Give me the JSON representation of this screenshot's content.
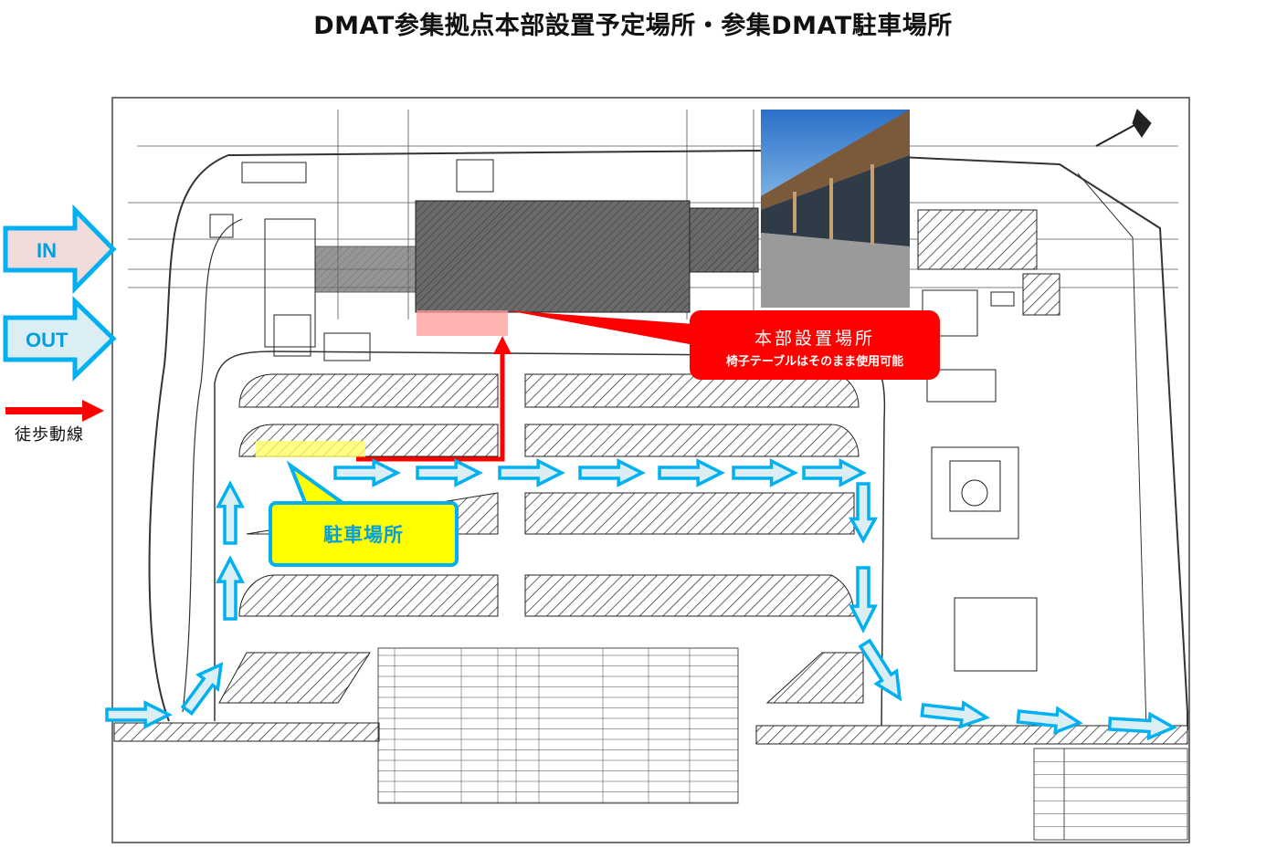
{
  "title": "DMAT参集拠点本部設置予定場所・参集DMAT駐車場所",
  "legend": {
    "in_label": "IN",
    "out_label": "OUT",
    "walking_route_label": "徒歩動線",
    "colors": {
      "in_fill": "#f2dcdb",
      "out_fill": "#dbeef4",
      "arrow_outline": "#00b0f0",
      "walking_route": "#ff0000"
    }
  },
  "callouts": {
    "headquarters": {
      "title": "本部設置場所",
      "subtitle": "椅子テーブルはそのまま使用可能",
      "color": "#ff0000"
    },
    "parking": {
      "label": "駐車場所",
      "color": "#ffff00"
    }
  },
  "photo": {
    "description_icon": "building-photo"
  },
  "icons": [
    "north-arrow-icon",
    "vehicle-flow-arrow-icon",
    "walking-route-arrow-icon"
  ]
}
